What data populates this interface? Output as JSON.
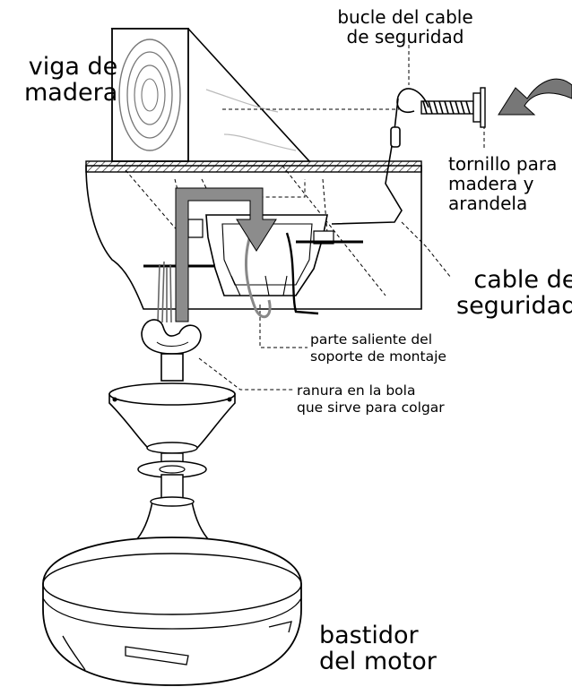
{
  "labels": {
    "wood_beam": [
      "viga de",
      "madera"
    ],
    "safety_cable_loop": [
      "bucle del cable",
      "de seguridad"
    ],
    "wood_screw_washer": [
      "tornillo para",
      "madera y",
      "arandela"
    ],
    "safety_cable": [
      "cable de",
      "seguridad"
    ],
    "bracket_tab": [
      "parte saliente del",
      "soporte de montaje"
    ],
    "ball_slot": [
      "ranura en la bola",
      "que sirve para colgar"
    ],
    "motor_housing": [
      "bastidor",
      "del motor"
    ]
  },
  "colors": {
    "line": "#000000",
    "hanger_arrow": "#8c8c8c",
    "wire_gray": "#9a9a9a",
    "screw_arrow": "#777777"
  }
}
